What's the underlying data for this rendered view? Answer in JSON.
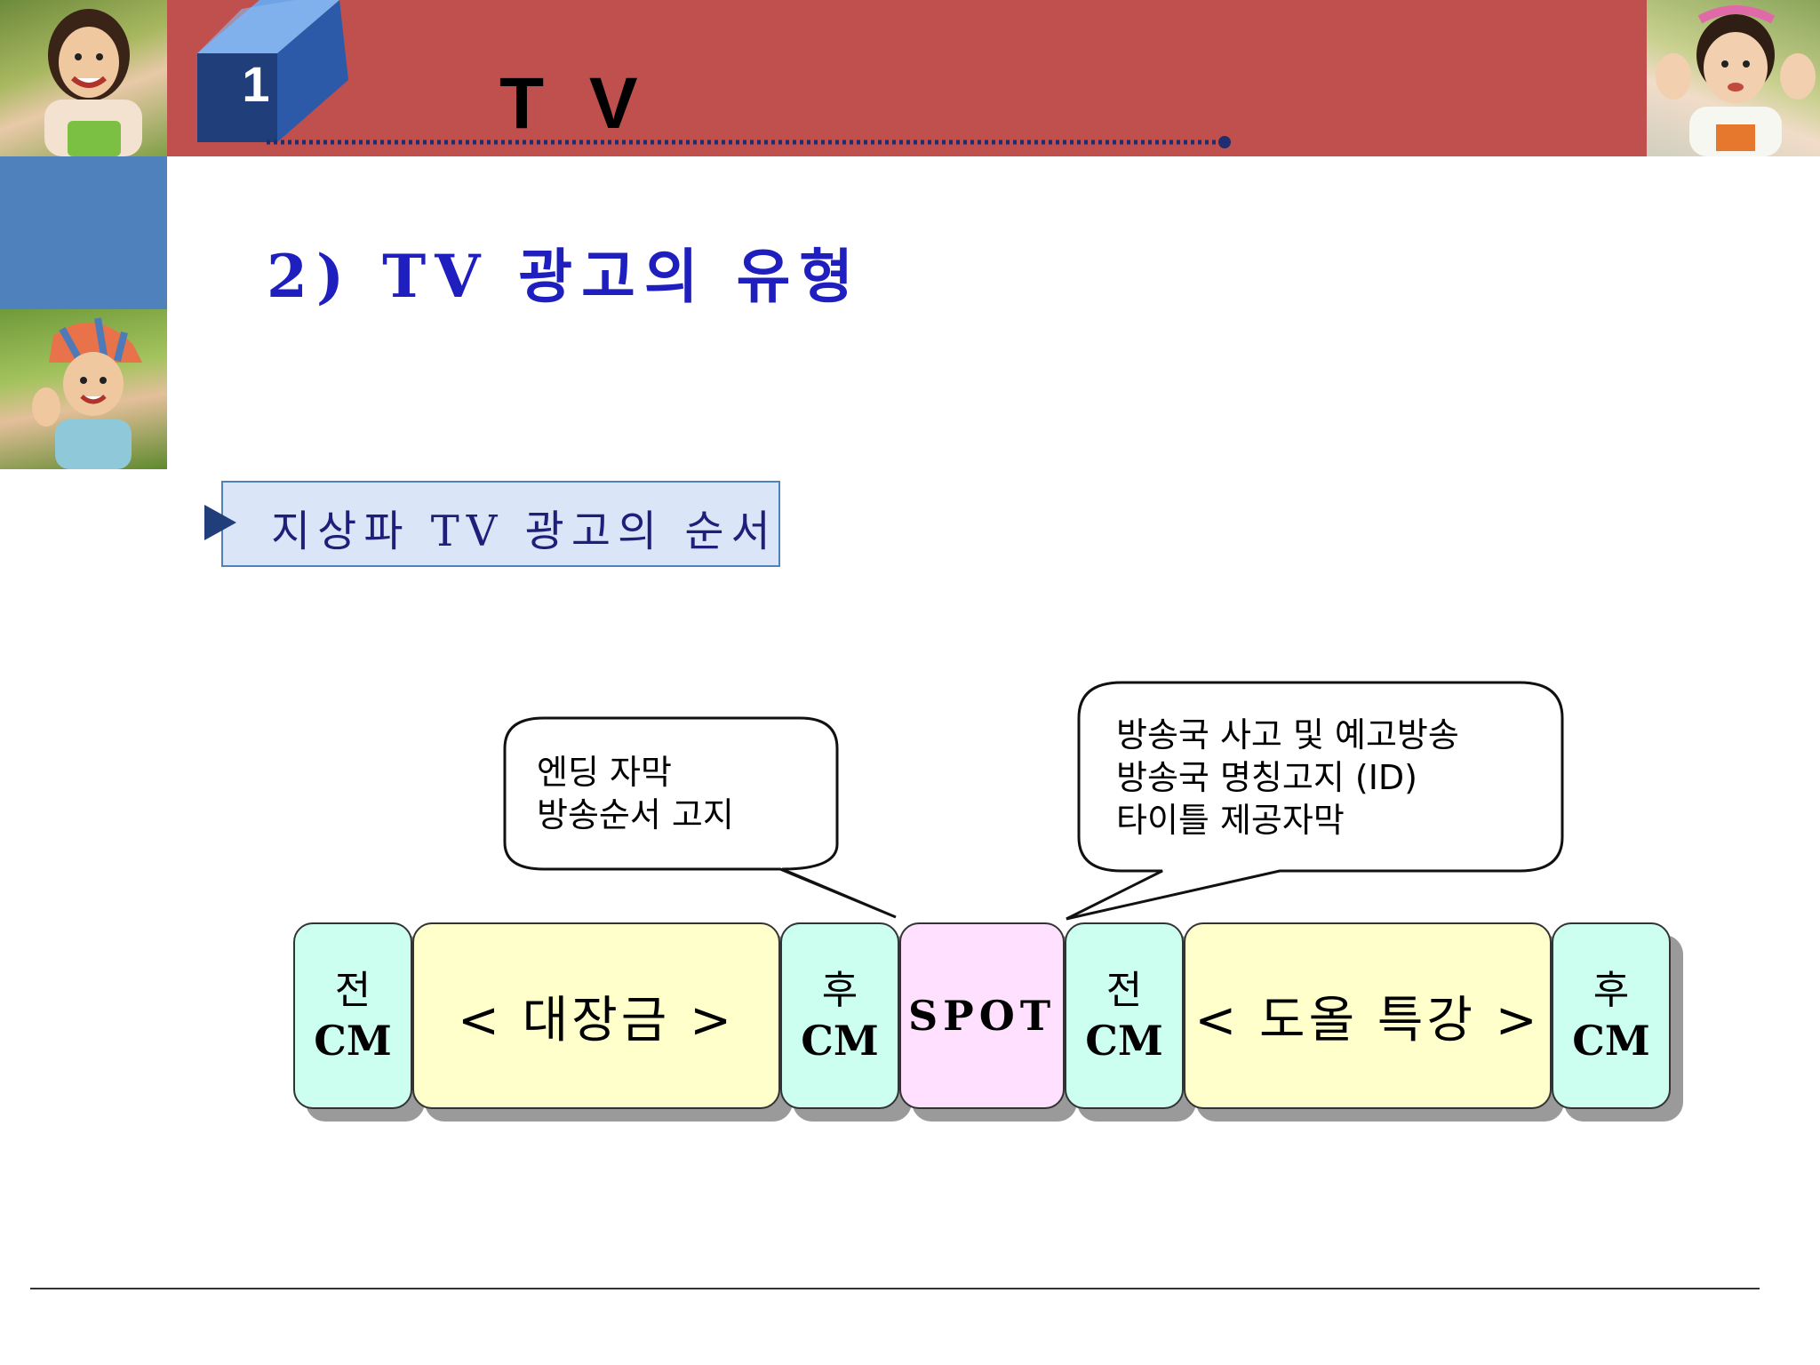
{
  "header": {
    "slide_number": "1",
    "title": "T V",
    "band_color": "#c0504d",
    "accent_blue": "#4f81bd"
  },
  "section": {
    "heading": "2)  TV  광고의 유형",
    "heading_color": "#1f1fbf"
  },
  "subheading": {
    "text": "지상파  TV  광고의 순서",
    "arrow_icon": "triangle-right-icon"
  },
  "callouts": [
    {
      "lines": [
        "엔딩 자막",
        "방송순서 고지"
      ]
    },
    {
      "lines": [
        "방송국 사고 및 예고방송",
        "방송국 명칭고지 (ID)",
        "타이틀 제공자막"
      ]
    }
  ],
  "segments": [
    {
      "top": "전",
      "bottom": "CM",
      "kind": "cm"
    },
    {
      "label": "< 대장금 >",
      "kind": "program"
    },
    {
      "top": "후",
      "bottom": "CM",
      "kind": "cm"
    },
    {
      "label": "SPOT",
      "kind": "spot"
    },
    {
      "top": "전",
      "bottom": "CM",
      "kind": "cm"
    },
    {
      "label": "< 도올  특강 >",
      "kind": "program"
    },
    {
      "top": "후",
      "bottom": "CM",
      "kind": "cm"
    }
  ],
  "colors": {
    "cm": "#ccfff0",
    "program": "#ffffcc",
    "spot": "#ffe0ff"
  }
}
